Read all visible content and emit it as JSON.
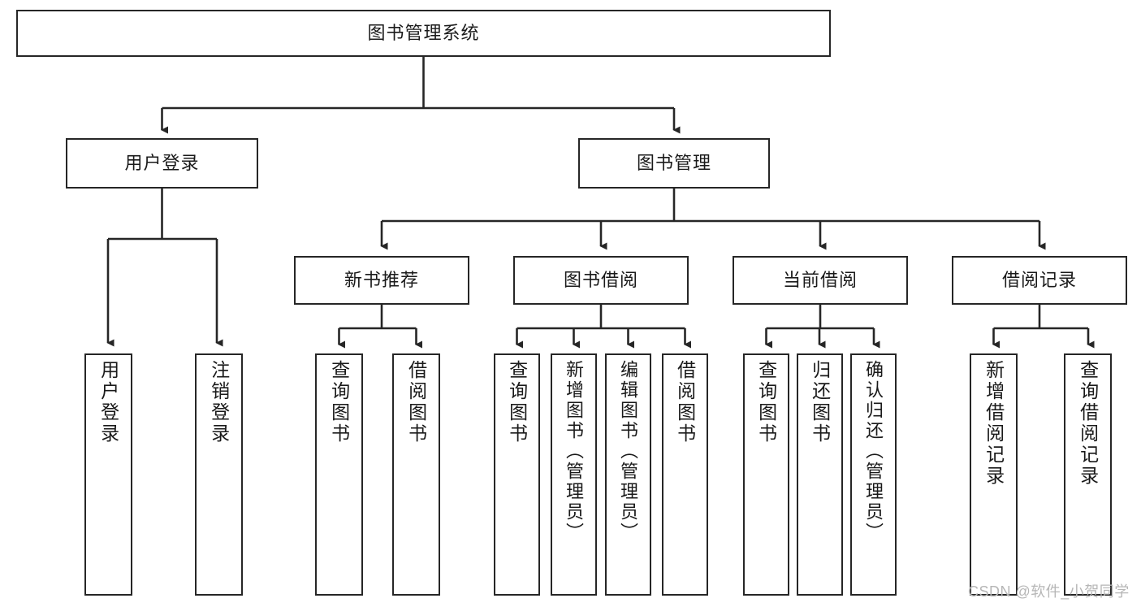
{
  "diagram": {
    "type": "tree-hierarchy",
    "title": "图书管理系统",
    "watermark": "CSDN @软件_小贺同学",
    "colors": {
      "box_border": "#262626",
      "box_fill": "#ffffff",
      "connector": "#262626",
      "text": "#1a1a1a",
      "watermark": "#b6b6b6"
    },
    "nodes": {
      "root": {
        "label": "图书管理系统"
      },
      "level2": [
        {
          "label": "用户登录"
        },
        {
          "label": "图书管理"
        }
      ],
      "level3": [
        {
          "label": "新书推荐"
        },
        {
          "label": "图书借阅"
        },
        {
          "label": "当前借阅"
        },
        {
          "label": "借阅记录"
        }
      ],
      "leaves": {
        "user_login": [
          {
            "label": "用户登录"
          },
          {
            "label": "注销登录"
          }
        ],
        "new_book_recommend": [
          {
            "label": "查询图书"
          },
          {
            "label": "借阅图书"
          }
        ],
        "book_borrow": [
          {
            "label": "查询图书"
          },
          {
            "label": "新增图书（管理员）"
          },
          {
            "label": "编辑图书（管理员）"
          },
          {
            "label": "借阅图书"
          }
        ],
        "current_borrow": [
          {
            "label": "查询图书"
          },
          {
            "label": "归还图书"
          },
          {
            "label": "确认归还（管理员）"
          }
        ],
        "borrow_record": [
          {
            "label": "新增借阅记录"
          },
          {
            "label": "查询借阅记录"
          }
        ]
      }
    }
  }
}
